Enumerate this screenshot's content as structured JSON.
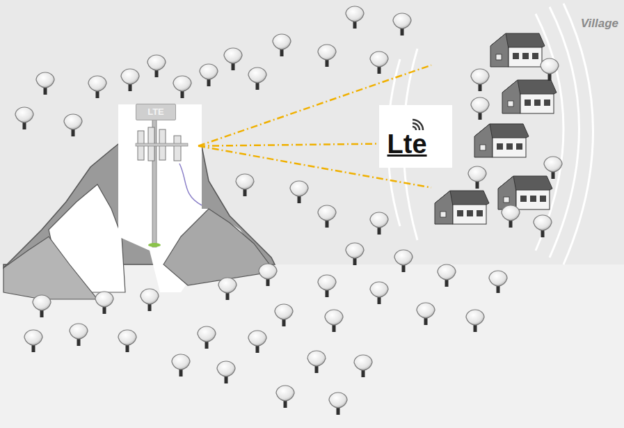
{
  "diagram": {
    "nodes": [
      {
        "text": [
          "LTE"
        ]
      },
      {
        "text": [
          "Village"
        ]
      }
    ],
    "edges": [
      {
        "from": 0,
        "to": 1,
        "arrow": "none"
      },
      {
        "from": 0,
        "to": 1,
        "label": "Lte",
        "arrow": "none"
      },
      {
        "from": 0,
        "to": 1,
        "arrow": "none"
      }
    ]
  }
}
